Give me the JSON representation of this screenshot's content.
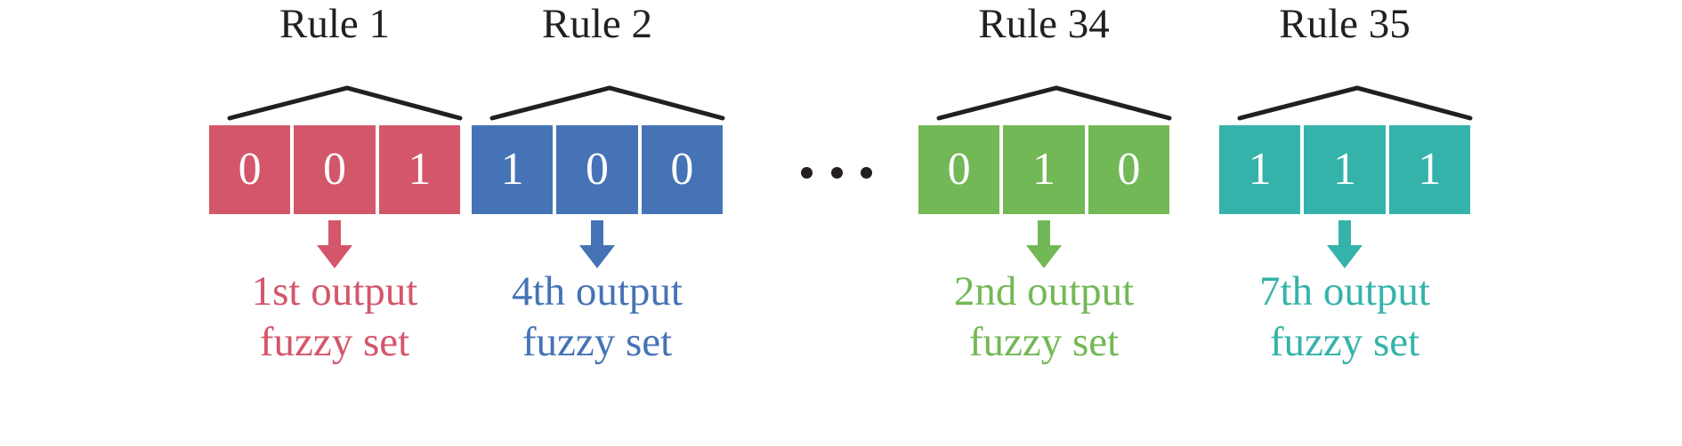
{
  "diagram": {
    "title_color": "#231f20",
    "background": "#ffffff",
    "ellipsis_symbol": "…",
    "ellipsis_dots": 3,
    "groups": [
      {
        "title": "Rule 1",
        "color": "#d4566a",
        "bits": [
          "0",
          "0",
          "1"
        ],
        "output_line1": "1st output",
        "output_line2": "fuzzy set",
        "arrow": "down-arrow"
      },
      {
        "title": "Rule 2",
        "color": "#4573b5",
        "bits": [
          "1",
          "0",
          "0"
        ],
        "output_line1": "4th output",
        "output_line2": "fuzzy set",
        "arrow": "down-arrow"
      },
      {
        "title": "Rule 34",
        "color": "#73b856",
        "bits": [
          "0",
          "1",
          "0"
        ],
        "output_line1": "2nd output",
        "output_line2": "fuzzy set",
        "arrow": "down-arrow"
      },
      {
        "title": "Rule 35",
        "color": "#35b3aa",
        "bits": [
          "1",
          "1",
          "1"
        ],
        "output_line1": "7th output",
        "output_line2": "fuzzy set",
        "arrow": "down-arrow"
      }
    ]
  }
}
